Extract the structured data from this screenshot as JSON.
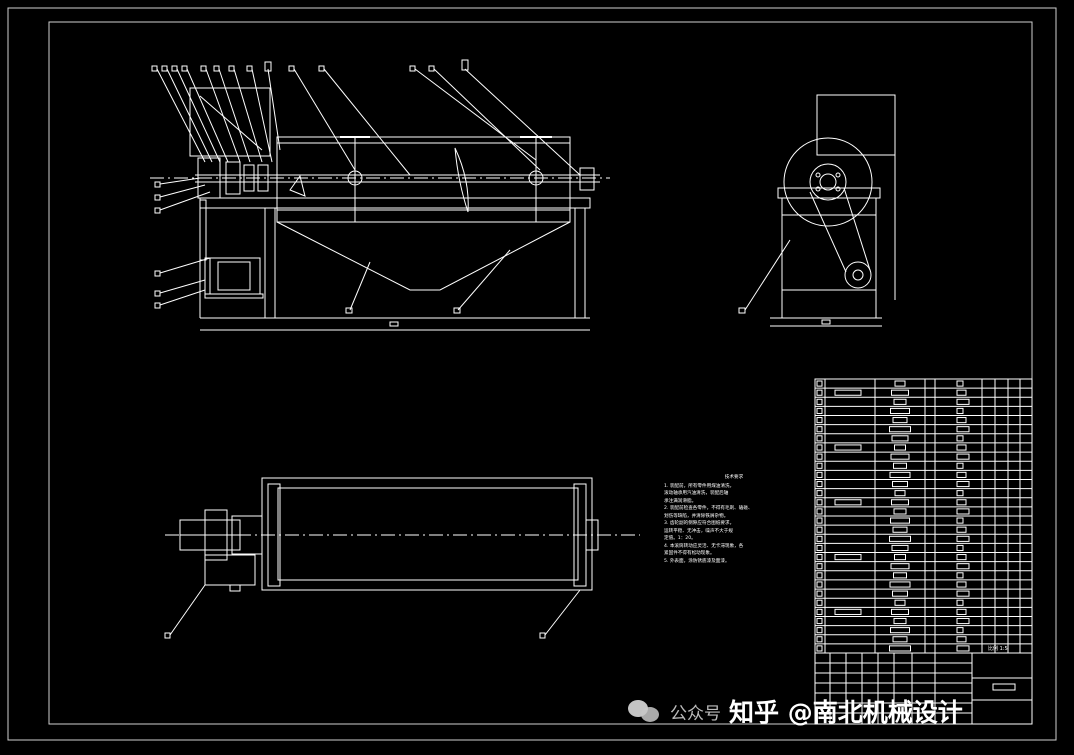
{
  "drawing": {
    "colors": {
      "background": "#000000",
      "line": "#ffffff",
      "frame": "#cfcfcf",
      "table": "#ffffff"
    },
    "technical_requirements": {
      "title": "技术要求",
      "items": [
        "1. 装配前，所有零件用煤油清洗，",
        "滚动轴承用汽油清洗，装配后轴",
        "承注满润滑脂。",
        "2. 装配前检查各零件，不得有毛刺、磕碰、",
        "划伤等缺陷，并清除铁屑杂物。",
        "3. 齿轮副的侧隙应符合图纸要求，",
        "运转平稳、无冲击，噪声不大于规",
        "定值。1：20。",
        "4. 本滚筒转动应灵活、无卡滞现象，各",
        "紧固件不得有松动现象。",
        "5. 外表面，涂防锈底漆及面漆。"
      ]
    },
    "table_marks": {
      "scale_cell": "比例 1:5"
    }
  },
  "watermark": {
    "channel": "公众号",
    "brand": "知乎 @南北机械设计"
  }
}
